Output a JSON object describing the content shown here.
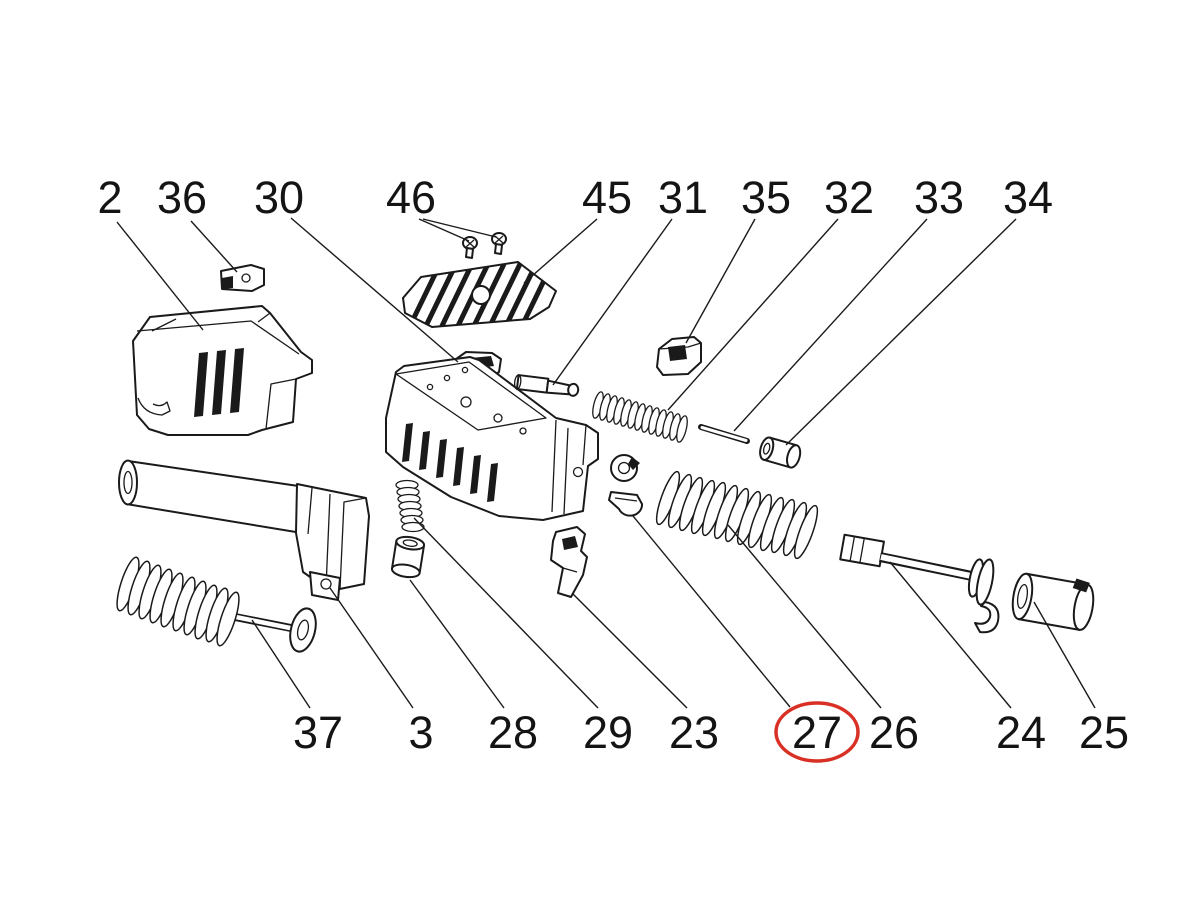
{
  "diagram": {
    "type": "exploded-parts-diagram",
    "subject": "Pistol slide assembly exploded view",
    "background_color": "#ffffff",
    "line_color": "#1a1a1a",
    "highlight_color": "#d93025",
    "callouts": {
      "top": [
        "2",
        "36",
        "30",
        "46",
        "45",
        "31",
        "35",
        "32",
        "33",
        "34"
      ],
      "bottom": [
        "37",
        "3",
        "28",
        "29",
        "23",
        "27",
        "26",
        "24",
        "25"
      ]
    },
    "highlighted_callout": "27"
  }
}
